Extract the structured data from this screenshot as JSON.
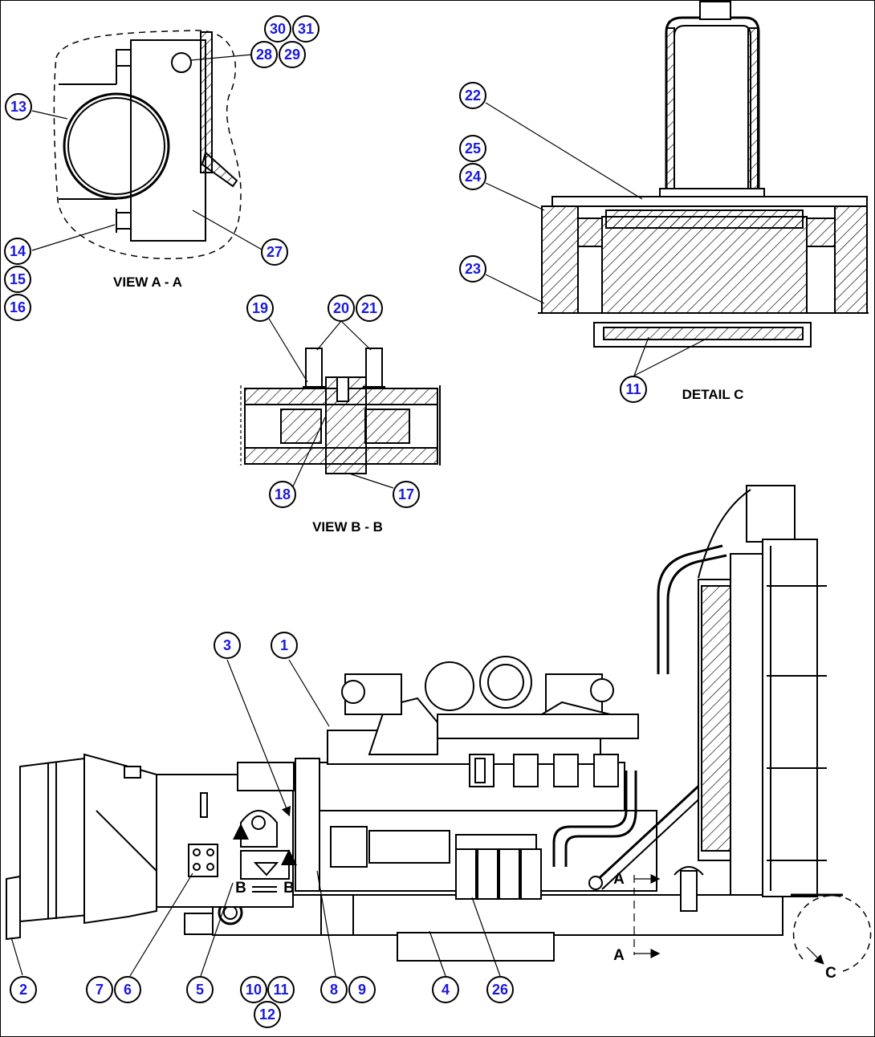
{
  "captions": {
    "view_aa": "VIEW A - A",
    "view_bb": "VIEW B - B",
    "detail_c": "DETAIL C"
  },
  "section_marks": {
    "a_top": "A",
    "a_bottom": "A",
    "b_left": "B",
    "b_right": "B",
    "c": "C"
  },
  "callouts": [
    {
      "id": "c30",
      "label": "30"
    },
    {
      "id": "c31",
      "label": "31"
    },
    {
      "id": "c28",
      "label": "28"
    },
    {
      "id": "c29",
      "label": "29"
    },
    {
      "id": "c13",
      "label": "13"
    },
    {
      "id": "c14",
      "label": "14"
    },
    {
      "id": "c15",
      "label": "15"
    },
    {
      "id": "c16",
      "label": "16"
    },
    {
      "id": "c27",
      "label": "27"
    },
    {
      "id": "c19",
      "label": "19"
    },
    {
      "id": "c20",
      "label": "20"
    },
    {
      "id": "c21",
      "label": "21"
    },
    {
      "id": "c18",
      "label": "18"
    },
    {
      "id": "c17",
      "label": "17"
    },
    {
      "id": "c22",
      "label": "22"
    },
    {
      "id": "c25",
      "label": "25"
    },
    {
      "id": "c24",
      "label": "24"
    },
    {
      "id": "c23",
      "label": "23"
    },
    {
      "id": "c11d",
      "label": "11"
    },
    {
      "id": "c3",
      "label": "3"
    },
    {
      "id": "c1",
      "label": "1"
    },
    {
      "id": "c2",
      "label": "2"
    },
    {
      "id": "c7",
      "label": "7"
    },
    {
      "id": "c6",
      "label": "6"
    },
    {
      "id": "c5",
      "label": "5"
    },
    {
      "id": "c10",
      "label": "10"
    },
    {
      "id": "c11",
      "label": "11"
    },
    {
      "id": "c12",
      "label": "12"
    },
    {
      "id": "c8",
      "label": "8"
    },
    {
      "id": "c9",
      "label": "9"
    },
    {
      "id": "c4",
      "label": "4"
    },
    {
      "id": "c26",
      "label": "26"
    }
  ],
  "colors": {
    "callout_text": "#1a1adb",
    "line": "#000000",
    "background": "#ffffff"
  }
}
